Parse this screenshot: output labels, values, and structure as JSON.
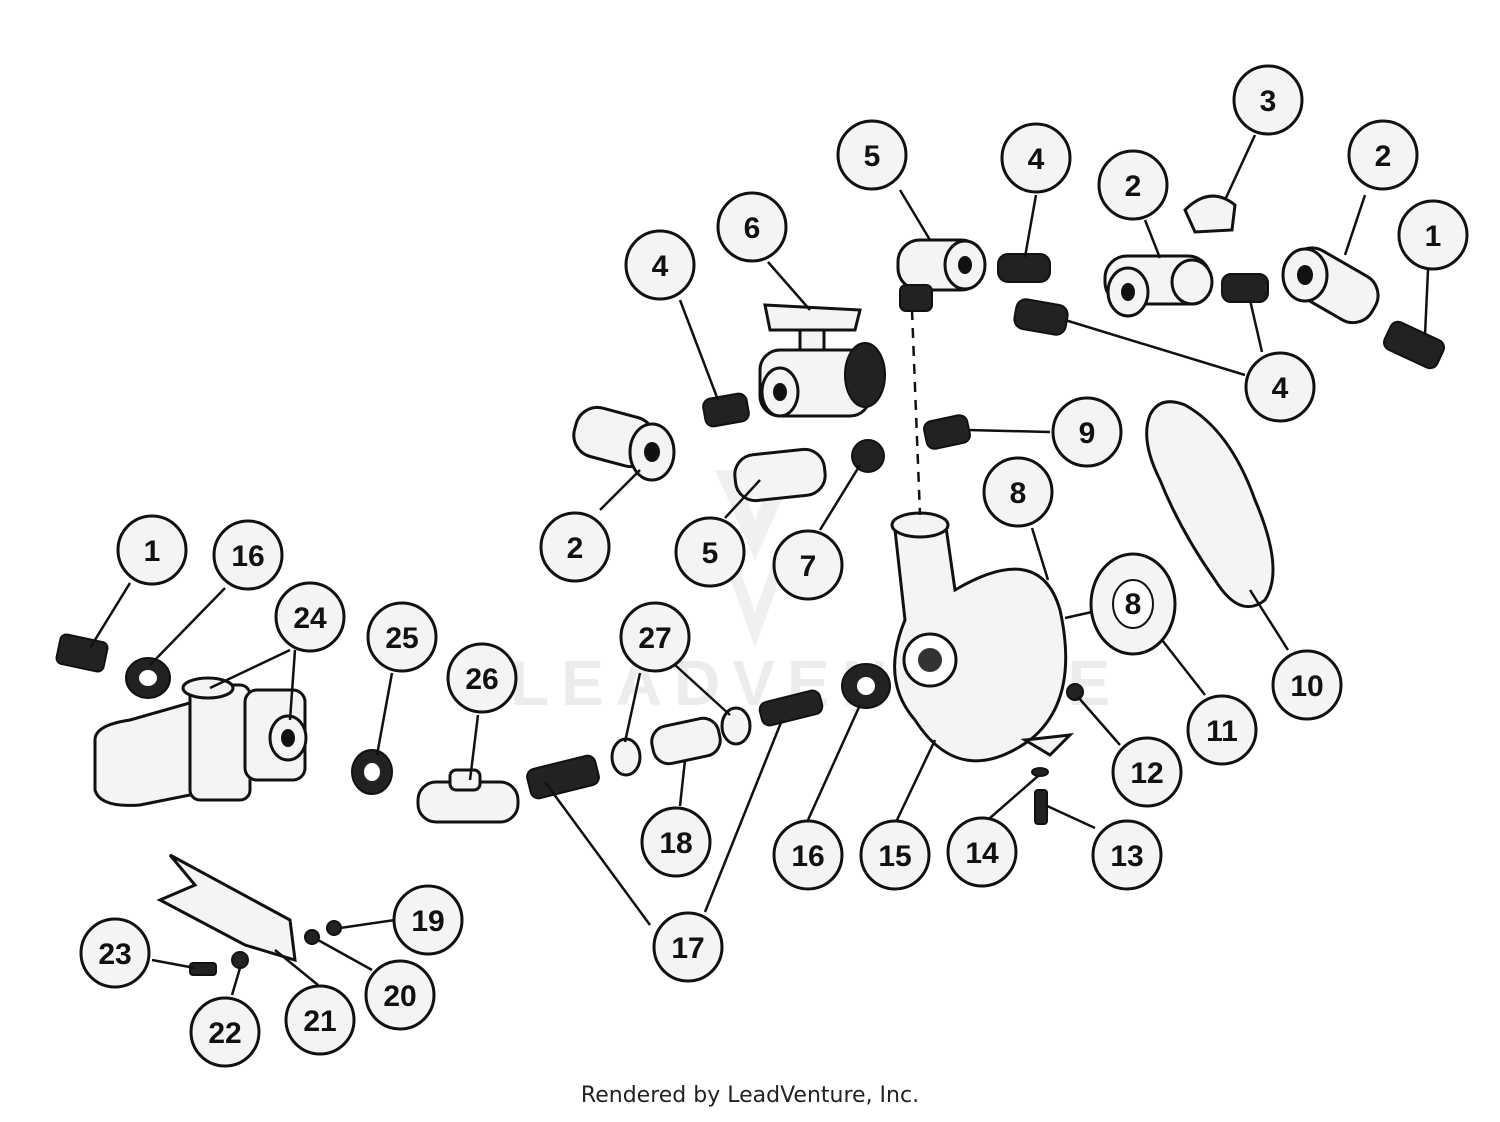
{
  "diagram": {
    "callouts": [
      {
        "id": "c-1a",
        "label": "1"
      },
      {
        "id": "c-16a",
        "label": "16"
      },
      {
        "id": "c-24",
        "label": "24"
      },
      {
        "id": "c-25",
        "label": "25"
      },
      {
        "id": "c-26",
        "label": "26"
      },
      {
        "id": "c-27",
        "label": "27"
      },
      {
        "id": "c-18",
        "label": "18"
      },
      {
        "id": "c-17",
        "label": "17"
      },
      {
        "id": "c-16b",
        "label": "16"
      },
      {
        "id": "c-15",
        "label": "15"
      },
      {
        "id": "c-14",
        "label": "14"
      },
      {
        "id": "c-13",
        "label": "13"
      },
      {
        "id": "c-12",
        "label": "12"
      },
      {
        "id": "c-11",
        "label": "11"
      },
      {
        "id": "c-10",
        "label": "10"
      },
      {
        "id": "c-9",
        "label": "9"
      },
      {
        "id": "c-8a",
        "label": "8"
      },
      {
        "id": "c-8b",
        "label": "8"
      },
      {
        "id": "c-7",
        "label": "7"
      },
      {
        "id": "c-5a",
        "label": "5"
      },
      {
        "id": "c-2a",
        "label": "2"
      },
      {
        "id": "c-4a",
        "label": "4"
      },
      {
        "id": "c-6",
        "label": "6"
      },
      {
        "id": "c-5b",
        "label": "5"
      },
      {
        "id": "c-4b",
        "label": "4"
      },
      {
        "id": "c-2b",
        "label": "2"
      },
      {
        "id": "c-3",
        "label": "3"
      },
      {
        "id": "c-2c",
        "label": "2"
      },
      {
        "id": "c-1b",
        "label": "1"
      },
      {
        "id": "c-4c",
        "label": "4"
      },
      {
        "id": "c-19",
        "label": "19"
      },
      {
        "id": "c-20",
        "label": "20"
      },
      {
        "id": "c-21",
        "label": "21"
      },
      {
        "id": "c-22",
        "label": "22"
      },
      {
        "id": "c-23",
        "label": "23"
      }
    ],
    "watermark": "LEADVENTURE"
  },
  "footer": {
    "credit": "Rendered by LeadVenture, Inc."
  }
}
